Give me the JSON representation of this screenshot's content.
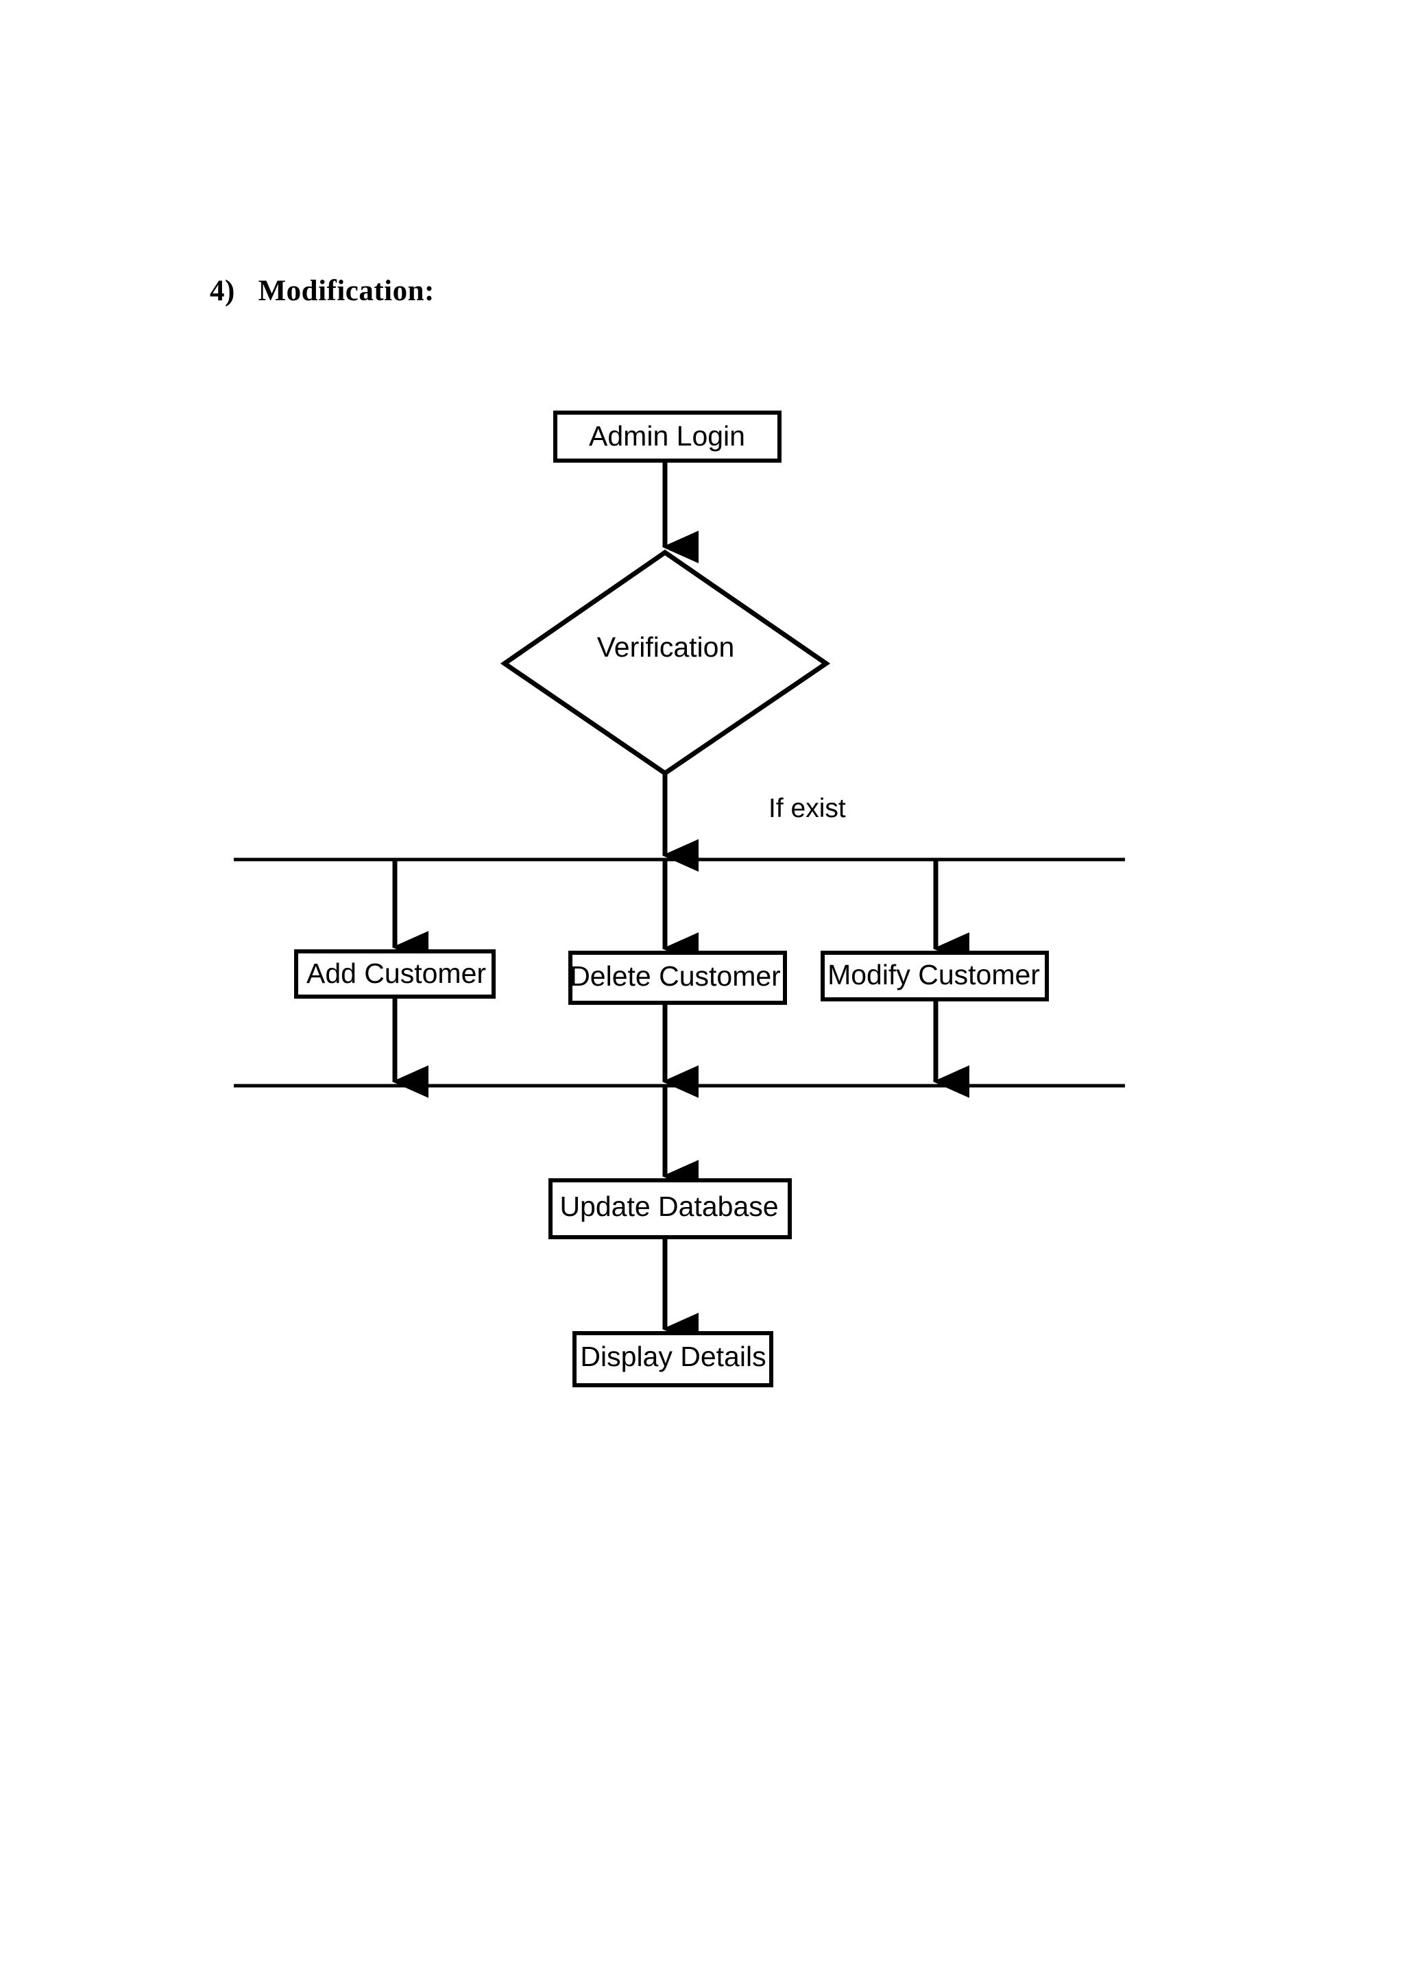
{
  "document": {
    "heading": "4)   Modification:"
  },
  "flowchart": {
    "nodes": {
      "admin_login": "Admin Login",
      "verification": "Verification",
      "add_customer": "Add Customer",
      "delete_customer": "Delete Customer",
      "modify_customer": "Modify Customer",
      "update_database": "Update Database",
      "display_details": "Display Details"
    },
    "edge_labels": {
      "if_exist": "If exist"
    },
    "colors": {
      "stroke": "#000000",
      "fill": "#ffffff",
      "text": "#000000"
    }
  }
}
